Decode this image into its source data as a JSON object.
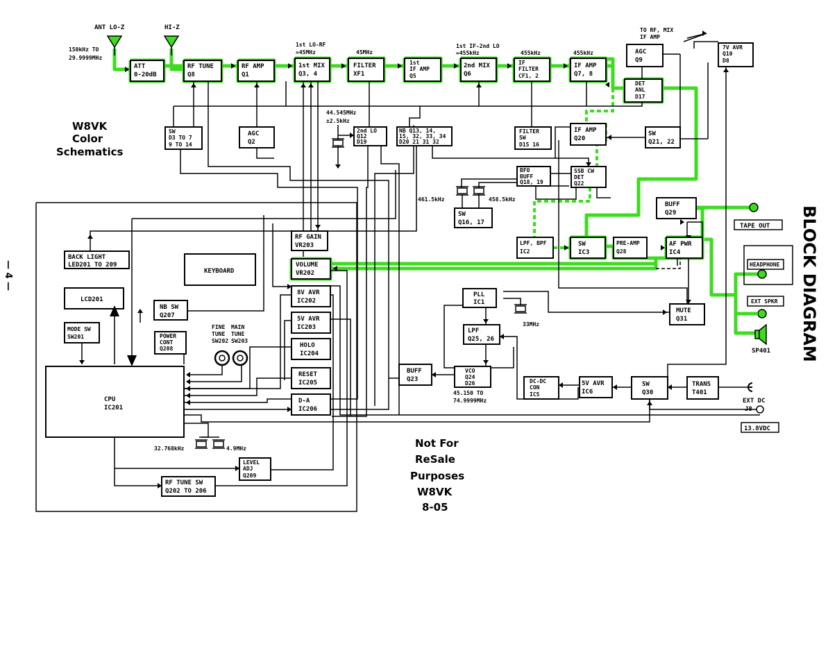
{
  "title": "BLOCK DIAGRAM",
  "page_number": "— 4 —",
  "watermark": {
    "line1": "W8VK",
    "line2": "Color",
    "line3": "Schematics"
  },
  "notice": {
    "line1": "Not For",
    "line2": "ReSale",
    "line3": "Purposes",
    "line4": "W8VK",
    "line5": "8-05"
  },
  "colors": {
    "highlight": "#3ddc1f",
    "ink": "#000000",
    "paper": "#ffffff"
  },
  "labels": {
    "ant_lo_z": "ANT LO-Z",
    "hi_z": "HI-Z",
    "range_1": "150kHz TO",
    "range_2": "29.9999MHz",
    "lo_rf_1": "1st LO-RF",
    "lo_rf_2": "=45MHz",
    "f45": "45MHz",
    "if2_1": "1st IF-2nd LO",
    "if2_2": "=455kHz",
    "f455a": "455kHz",
    "f455b": "455kHz",
    "to_rf_1": "TO RF, MIX",
    "to_rf_2": "IF AMP",
    "xtal_44_1": "44.545MHz",
    "xtal_44_2": "±2.5kHz",
    "xtal_461": "461.5kHz",
    "xtal_458": "458.5kHz",
    "xtal_33": "33MHz",
    "vco_range_1": "45.150 TO",
    "vco_range_2": "74.9999MHz",
    "xtal_32": "32.768kHz",
    "xtal_4": "4.9MHz",
    "fine_1": "FINE",
    "fine_2": "TUNE",
    "fine_3": "SW202",
    "main_1": "MAIN",
    "main_2": "TUNE",
    "main_3": "SW203",
    "tape_out": "TAPE OUT",
    "headphone": "HEADPHONE",
    "ext_spkr": "EXT SPKR",
    "sp401": "SP401",
    "ext_dc_1": "EXT DC",
    "ext_dc_2": "J8",
    "vdc": "13.8VDC"
  },
  "blocks": {
    "att": [
      "ATT",
      "0-20dB"
    ],
    "rf_tune": [
      "RF TUNE",
      "Q8"
    ],
    "rf_amp": [
      "RF AMP",
      "Q1"
    ],
    "mix1": [
      "1st MIX",
      "Q3, 4"
    ],
    "filter_xf1": [
      "FILTER",
      "XF1"
    ],
    "if_amp1": [
      "1st",
      "IF AMP",
      "Q5"
    ],
    "mix2": [
      "2nd MIX",
      "Q6"
    ],
    "if_filter": [
      "IF",
      "FILTER",
      "CF1, 2"
    ],
    "if_amp78": [
      "IF AMP",
      "Q7, 8"
    ],
    "agc9": [
      "AGC",
      "Q9"
    ],
    "det_anl": [
      "DET",
      "ANL",
      "D17"
    ],
    "avr7v": [
      "7V AVR",
      "Q10",
      "D8"
    ],
    "sw_d3": [
      "SW",
      "D3 TO 7",
      "9 TO 14"
    ],
    "agc2": [
      "AGC",
      "Q2"
    ],
    "lo2": [
      "2nd LO",
      "Q12",
      "D19"
    ],
    "nb": [
      "NB Q13, 14,",
      "15, 32, 33, 34",
      "D20 21 31 32"
    ],
    "filter_sw": [
      "FILTER",
      "SW",
      "D15  16"
    ],
    "if_amp20": [
      "IF AMP",
      "Q20"
    ],
    "sw21": [
      "SW",
      "Q21, 22"
    ],
    "bfo": [
      "BFO",
      "BUFF",
      "Q18, 19"
    ],
    "ssb": [
      "SSB  CW",
      "DET",
      "Q22"
    ],
    "sw16": [
      "SW",
      "Q16, 17"
    ],
    "lpf_bpf": [
      "LPF, BPF",
      "IC2"
    ],
    "sw_ic3": [
      "SW",
      "IC3"
    ],
    "preamp": [
      "PRE-AMP",
      "Q28"
    ],
    "af_pwr": [
      "AF PWR",
      "IC4"
    ],
    "buff29": [
      "BUFF",
      "Q29"
    ],
    "mute": [
      "MUTE",
      "Q31"
    ],
    "rf_gain": [
      "RF GAIN",
      "VR203"
    ],
    "volume": [
      "VOLUME",
      "VR202"
    ],
    "back_light": [
      "BACK LIGHT",
      "LED201 TO 209"
    ],
    "keyboard": [
      "KEYBOARD"
    ],
    "lcd": [
      "LCD201"
    ],
    "nb_sw": [
      "NB SW",
      "Q207"
    ],
    "mode_sw": [
      "MODE SW",
      "SW201"
    ],
    "power_cont": [
      "POWER",
      "CONT",
      "Q208"
    ],
    "cpu": [
      "CPU",
      "IC201"
    ],
    "avr8v": [
      "8V AVR",
      "IC202"
    ],
    "avr5v_203": [
      "5V AVR",
      "IC203"
    ],
    "holo": [
      "HOLO",
      "IC204"
    ],
    "reset": [
      "RESET",
      "IC205"
    ],
    "da": [
      "D-A",
      "IC206"
    ],
    "level_adj": [
      "LEVEL",
      "ADJ",
      "Q209"
    ],
    "rf_tune_sw": [
      "RF TUNE SW",
      "Q202 TO 206"
    ],
    "pll": [
      "PLL",
      "IC1"
    ],
    "lpf26": [
      "LPF",
      "Q25, 26"
    ],
    "buff23": [
      "BUFF",
      "Q23"
    ],
    "vco": [
      "VCO",
      "Q24",
      "D26"
    ],
    "dcdc": [
      "DC-DC",
      "CON",
      "IC5"
    ],
    "avr5v_ic6": [
      "5V AVR",
      "IC6"
    ],
    "sw30": [
      "SW",
      "Q30"
    ],
    "trans": [
      "TRANS",
      "T401"
    ]
  }
}
